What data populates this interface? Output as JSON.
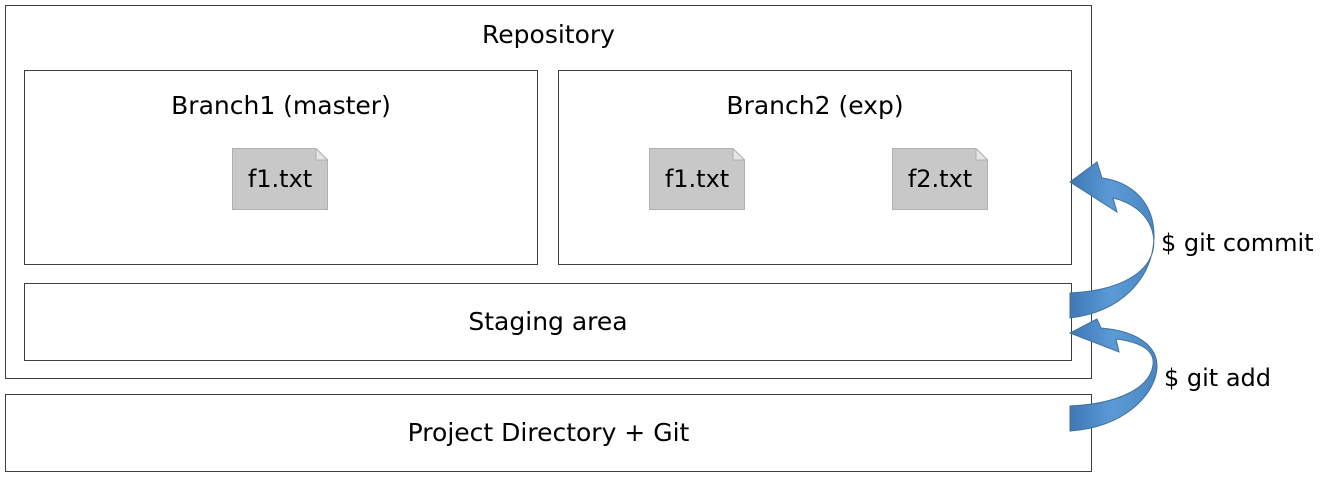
{
  "repository": {
    "label": "Repository"
  },
  "branches": [
    {
      "label": "Branch1 (master)",
      "files": [
        "f1.txt"
      ]
    },
    {
      "label": "Branch2 (exp)",
      "files": [
        "f1.txt",
        "f2.txt"
      ]
    }
  ],
  "staging": {
    "label": "Staging area"
  },
  "project": {
    "label": "Project Directory + Git"
  },
  "commands": {
    "commit": "$ git commit",
    "add": "$ git add"
  },
  "colors": {
    "arrow_fill": "#5b9bd5",
    "arrow_dark": "#41719c",
    "file_fill": "#c8c8c8",
    "border": "#3f3f3f"
  }
}
